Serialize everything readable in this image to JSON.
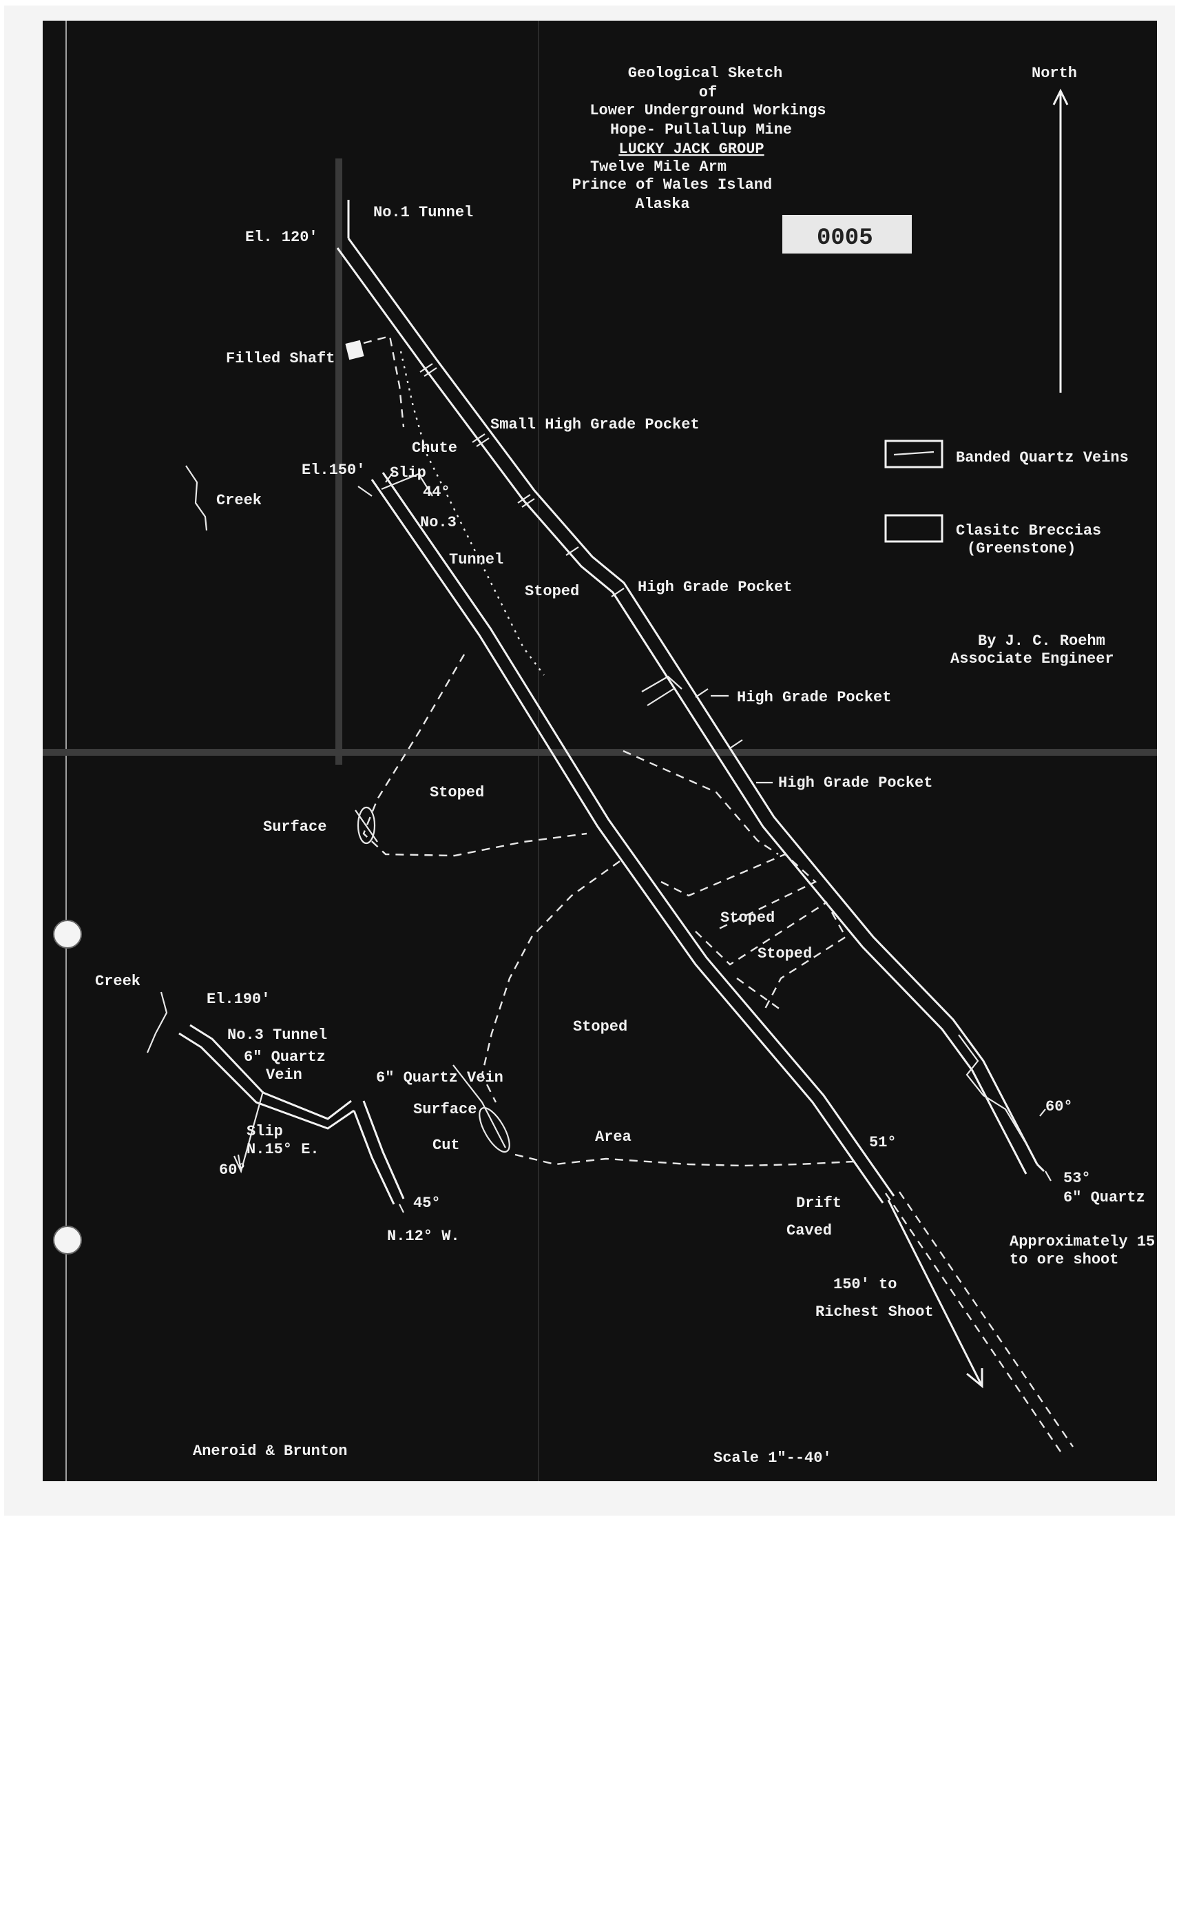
{
  "title": {
    "line1": "Geological Sketch",
    "line2": "of",
    "line3": "Lower Underground Workings",
    "line4": "Hope- Pullallup Mine",
    "line5": "LUCKY JACK GROUP",
    "line6": "Twelve Mile Arm",
    "line7": "Prince of Wales Island",
    "line8": "Alaska"
  },
  "stamp": "0005",
  "north_label": "North",
  "legend": {
    "banded": "Banded Quartz Veins",
    "clasitc1": "Clasitc Breccias",
    "clasitc2": "(Greenstone)"
  },
  "author": {
    "line1": "By J. C. Roehm",
    "line2": "Associate Engineer"
  },
  "labels": {
    "el120": "El. 120'",
    "tunnel1": "No.1 Tunnel",
    "filled_shaft": "Filled Shaft",
    "small_pocket": "Small High Grade Pocket",
    "chute": "Chute",
    "el150": "El.150'",
    "slip1": "Slip",
    "slip1_dip": "44°",
    "creek1": "Creek",
    "no3": "No.3",
    "tunnel": "Tunnel",
    "stoped1": "Stoped",
    "hg_pocket1": "High Grade Pocket",
    "hg_pocket2": "High Grade Pocket",
    "hg_pocket3": "High Grade Pocket",
    "stoped2": "Stoped",
    "surface1": "Surface",
    "stoped3": "Stoped",
    "stoped4": "Stoped",
    "creek2": "Creek",
    "el190": "El.190'",
    "tunnel3": "No.3 Tunnel",
    "quartz6a": "6\" Quartz",
    "vein_a": "Vein",
    "stoped5": "Stoped",
    "quartz6b": "6\" Quartz Vein",
    "surface2": "Surface",
    "cut": "Cut",
    "area": "Area",
    "slip2": "Slip",
    "slip2_strike": "N.15° E.",
    "dip60a": "60°",
    "dip45": "45°",
    "n12w": "N.12° W.",
    "dip51": "51°",
    "drift": "Drift",
    "caved": "Caved",
    "dip60b": "60°",
    "dip53": "53°",
    "quartz6c": "6\" Quartz",
    "approx1": "Approximately 15",
    "approx2": "to ore shoot",
    "to150": "150' to",
    "richest": "Richest Shoot"
  },
  "footer": {
    "method": "Aneroid & Brunton",
    "scale": "Scale 1\"--40'"
  },
  "colors": {
    "background": "#111111",
    "ink": "#f2f2f2"
  }
}
